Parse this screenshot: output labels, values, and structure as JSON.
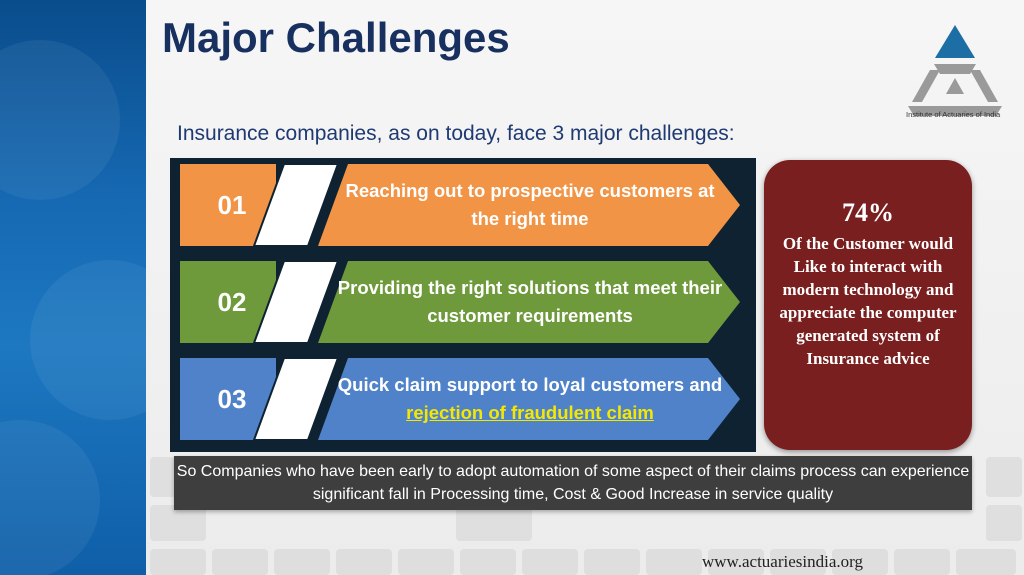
{
  "slide": {
    "title": "Major Challenges",
    "subtitle": "Insurance companies, as on today, face 3 major challenges:",
    "logo_text": "Institute of Actuaries of India"
  },
  "challenges": [
    {
      "num": "01",
      "text": "Reaching out to prospective customers at the right time",
      "color": "#f29446"
    },
    {
      "num": "02",
      "text": "Providing the right solutions that meet their customer requirements",
      "color": "#6e9a3b"
    },
    {
      "num": "03",
      "text_prefix": "Quick claim support to loyal customers and ",
      "text_highlight": "rejection of fraudulent claim",
      "color": "#4f82c8"
    }
  ],
  "stat": {
    "percent": "74%",
    "text": "Of the Customer would Like to interact with modern technology and appreciate the computer generated system of Insurance advice",
    "color": "#7a1f1f"
  },
  "conclusion": "So Companies who have been early to adopt automation of some aspect of their claims process can experience significant fall in Processing time, Cost & Good Increase in service quality",
  "footer": {
    "url": "www.actuariesindia.org"
  }
}
